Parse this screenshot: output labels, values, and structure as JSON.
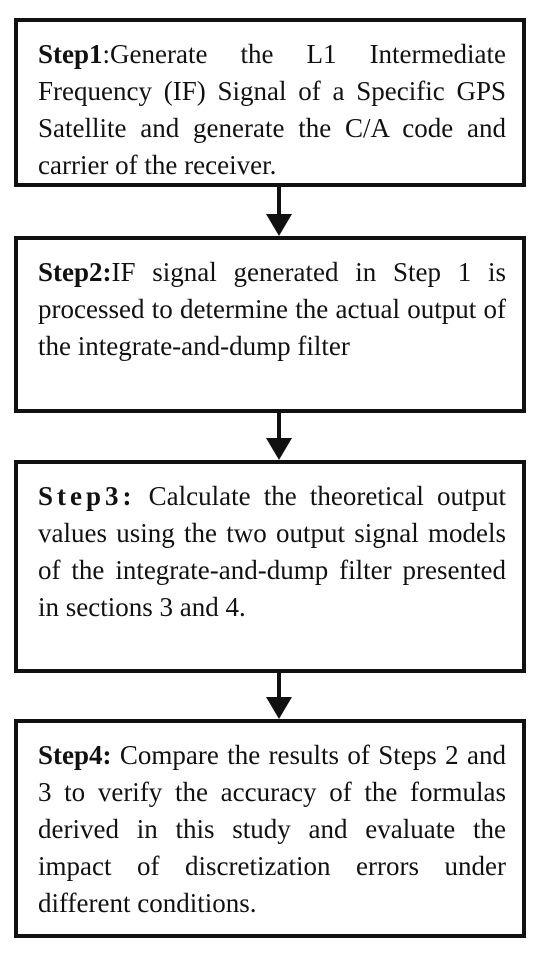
{
  "steps": [
    {
      "label": "Step1",
      "text": ":Generate the L1 Intermediate Frequency (IF) Signal of a Specific GPS Satellite and generate the C/A code and carrier of the receiver."
    },
    {
      "label": "Step2:",
      "text": "IF signal generated in Step 1 is processed to determine the actual output of the integrate-and-dump filter"
    },
    {
      "label": "Step3:",
      "text": " Calculate the theoretical output values using the two output signal models of the integrate-and-dump filter presented in sections 3 and 4."
    },
    {
      "label": "Step4:",
      "text": " Compare the results of Steps 2 and 3 to verify the accuracy of the formulas derived in this study and evaluate the impact of discretization errors under different conditions."
    }
  ],
  "colors": {
    "border": "#111111",
    "arrow": "#111111",
    "background": "#ffffff"
  }
}
